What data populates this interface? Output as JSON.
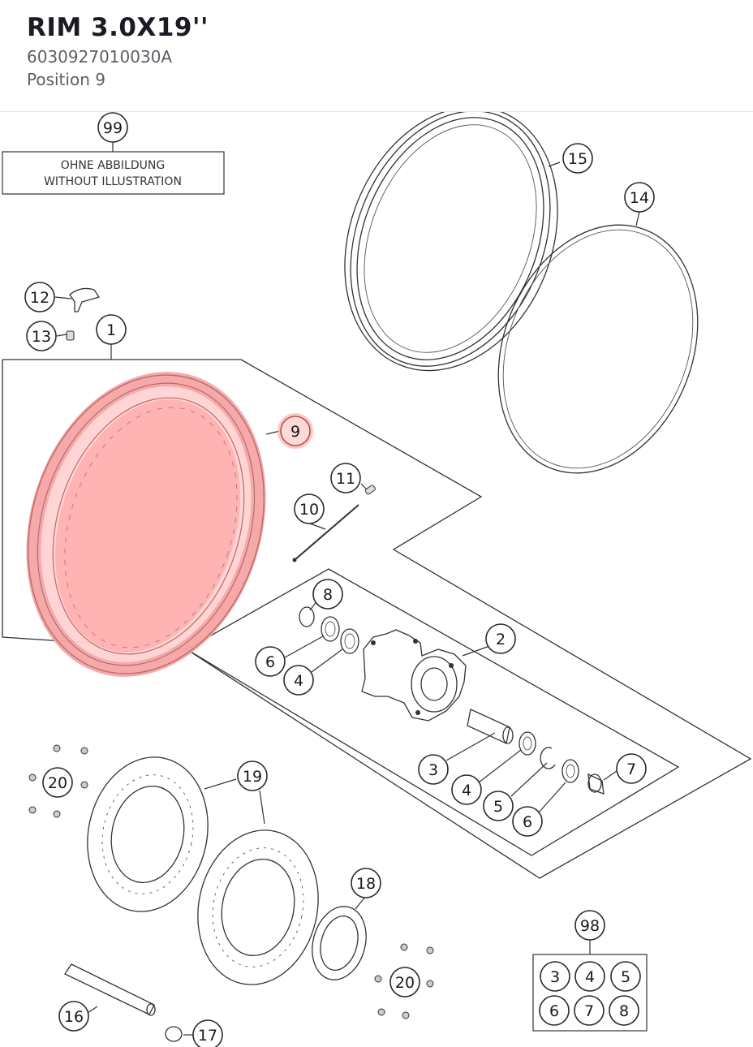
{
  "header": {
    "title": "RIM 3.0X19''",
    "part_number": "6030927010030A",
    "position": "Position 9"
  },
  "diagram": {
    "note_line1": "OHNE ABBILDUNG",
    "note_line2": "WITHOUT ILLUSTRATION",
    "highlight_color": "#ff9a9a",
    "callouts": {
      "c99": "99",
      "c15": "15",
      "c14": "14",
      "c12": "12",
      "c13": "13",
      "c1": "1",
      "c9": "9",
      "c11": "11",
      "c10": "10",
      "c8": "8",
      "c2": "2",
      "c6a": "6",
      "c4a": "4",
      "c3": "3",
      "c7": "7",
      "c4b": "4",
      "c5": "5",
      "c6b": "6",
      "c20a": "20",
      "c19": "19",
      "c18": "18",
      "c98": "98",
      "c20b": "20",
      "c16": "16",
      "c17": "17",
      "k3": "3",
      "k4": "4",
      "k5": "5",
      "k6": "6",
      "k7": "7",
      "k8": "8"
    }
  }
}
